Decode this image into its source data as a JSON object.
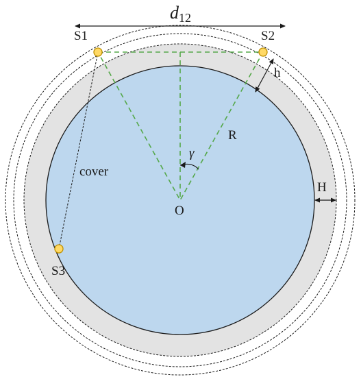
{
  "labels": {
    "distance_main": "d",
    "distance_sub": "12",
    "satellite_1": "S1",
    "satellite_2": "S2",
    "satellite_3": "S3",
    "height_h": "h",
    "radius": "R",
    "angle": "γ",
    "cover": "cover",
    "height_H": "H",
    "origin": "O"
  },
  "colors": {
    "earth_fill": "#bdd7ee",
    "atmosphere_fill": "#e3e3e3",
    "satellite_fill": "#ffd966",
    "satellite_stroke": "#bf9000",
    "dashed_green": "#55a84a",
    "outline": "#1a1a1a"
  }
}
